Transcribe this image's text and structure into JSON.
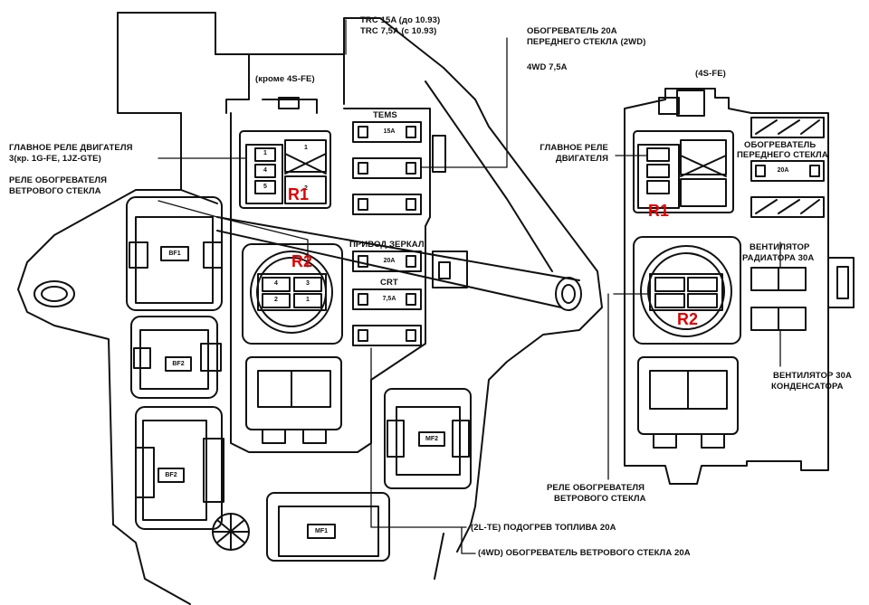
{
  "diagram": {
    "left_block": {
      "labels": {
        "trc_1": "TRC  15A (до 10.93)",
        "trc_2": "TRC  7,5A (с 10.93)",
        "heater_front_1": "ОБОГРЕВАТЕЛЬ          20A",
        "heater_front_2": "ПЕРЕДНЕГО СТЕКЛА  (2WD)",
        "heater_4wd": "4WD  7,5A",
        "except_4s": "(кроме 4S-FE)",
        "main_relay_1": "ГЛАВНОЕ РЕЛЕ ДВИГАТЕЛЯ",
        "main_relay_2": "3(кр. 1G-FE, 1JZ-GTE)",
        "windshield_relay_1": "РЕЛЕ ОБОГРЕВАТЕЛЯ",
        "windshield_relay_2": "ВЕТРОВОГО СТЕКЛА",
        "tems": "TEMS",
        "tems_fuse": "15A",
        "mirror_drive": "ПРИВОД ЗЕРКАЛ",
        "mirror_fuse": "20A",
        "crt": "CRT",
        "crt_fuse": "7,5A",
        "fuel_heater": "(2L-TE) ПОДОГРЕВ ТОПЛИВА  20A",
        "windshield_heater_4wd": "(4WD)  ОБОГРЕВАТЕЛЬ ВЕТРОВОГО СТЕКЛА  20A"
      },
      "blocks": [
        "BF1",
        "BF2",
        "BF2",
        "MF2",
        "MF1"
      ]
    },
    "right_block": {
      "labels": {
        "variant": "(4S-FE)",
        "main_relay_1": "ГЛАВНОЕ РЕЛЕ",
        "main_relay_2": "ДВИГАТЕЛЯ",
        "front_heater_1": "ОБОГРЕВАТЕЛЬ",
        "front_heater_2": "ПЕРЕДНЕГО СТЕКЛА",
        "front_heater_fuse": "20A",
        "radiator_fan_1": "ВЕНТИЛЯТОР",
        "radiator_fan_2": "РАДИАТОРА  30A",
        "condenser_fan_1": "ВЕНТИЛЯТОР  30A",
        "condenser_fan_2": "КОНДЕНСАТОРА",
        "windshield_relay_1": "РЕЛЕ ОБОГРЕВАТЕЛЯ",
        "windshield_relay_2": "ВЕТРОВОГО СТЕКЛА"
      }
    },
    "relay_marks": {
      "left_r1": "R1",
      "left_r2": "R2",
      "right_r1": "R1",
      "right_r2": "R2"
    },
    "pins": {
      "one": "1",
      "two": "2",
      "three": "3",
      "four": "4",
      "five": "5"
    },
    "colors": {
      "line": "#111111",
      "relay_mark": "#e00000",
      "background": "#ffffff"
    }
  }
}
